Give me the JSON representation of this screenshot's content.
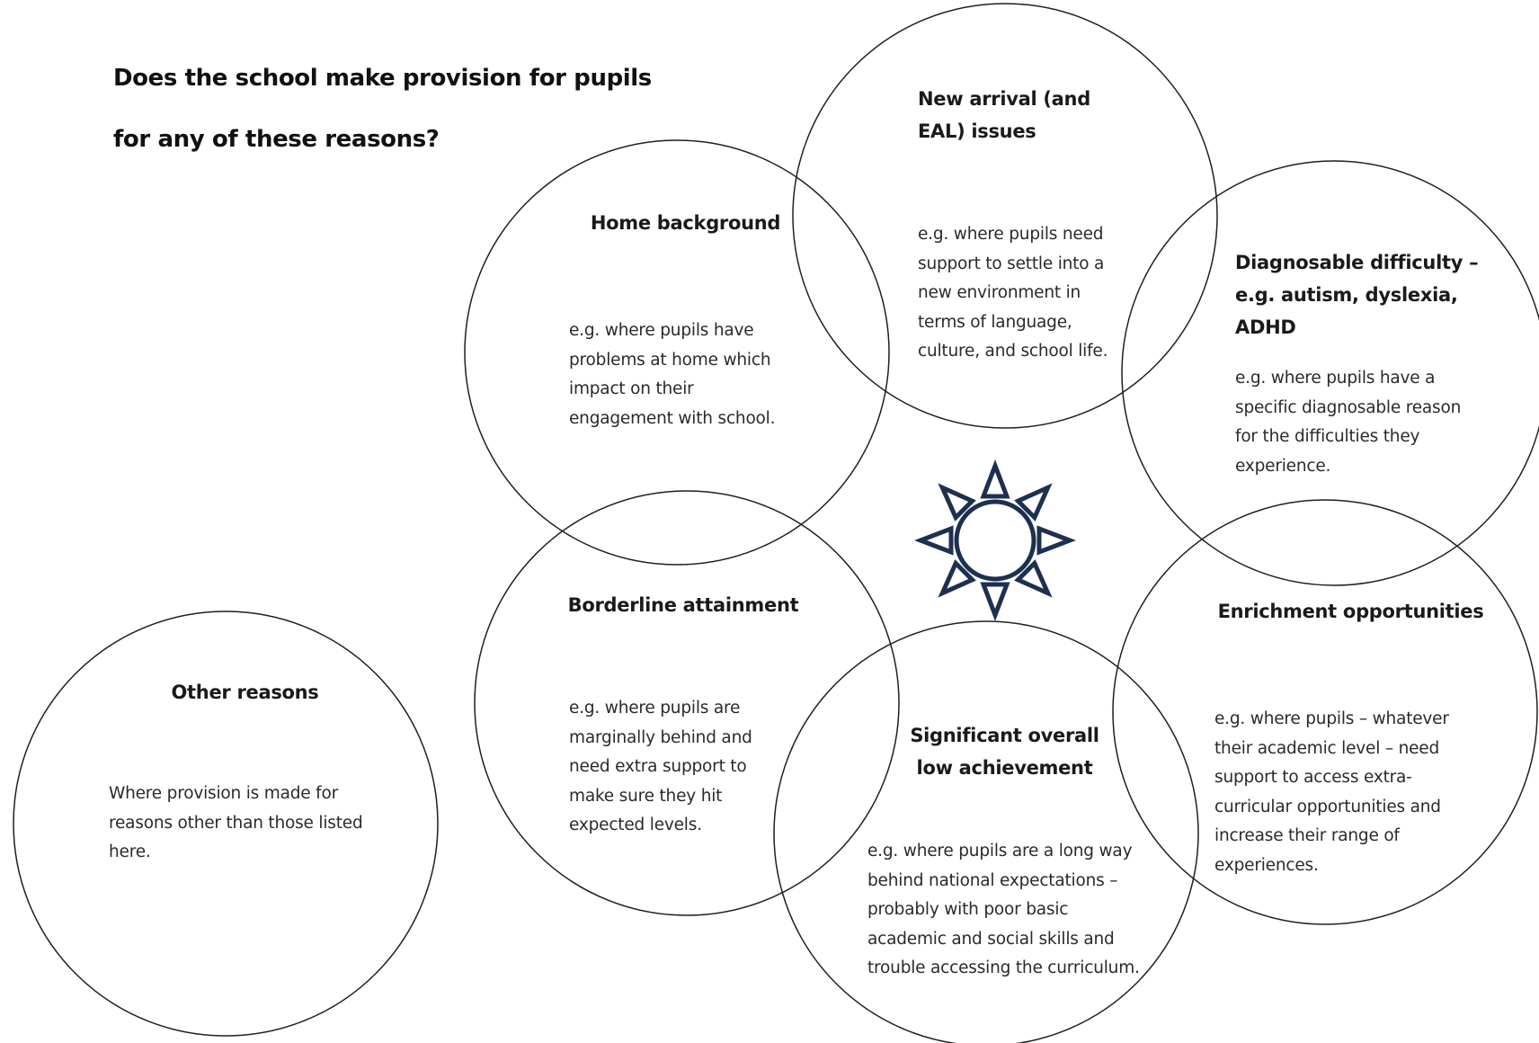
{
  "heading": {
    "line1": "Does the school make provision for pupils",
    "line2": "for any of these reasons?"
  },
  "circles": {
    "new_arrival": {
      "title": "New arrival (and EAL) issues",
      "body": "e.g. where pupils need support to settle into a new environment in terms of language, culture, and school life."
    },
    "home_background": {
      "title": "Home background",
      "body": "e.g. where pupils have problems at home which impact on their engagement with school."
    },
    "diagnosable_difficulty": {
      "title": "Diagnosable difficulty – e.g. autism, dyslexia, ADHD",
      "body": "e.g. where pupils have a specific diagnosable reason for the difficulties they experience."
    },
    "borderline_attainment": {
      "title": "Borderline attainment",
      "body": "e.g. where pupils are marginally behind and need extra support to make sure they hit expected levels."
    },
    "enrichment_opportunities": {
      "title": "Enrichment opportunities",
      "body": "e.g. where pupils – whatever their academic level – need support to access extra-curricular opportunities and increase their range of experiences."
    },
    "low_achievement": {
      "title": "Significant overall low achievement",
      "body": "e.g. where pupils are a long way behind national expectations – probably with poor basic academic and social skills and trouble accessing the curriculum."
    },
    "other_reasons": {
      "title": "Other reasons",
      "body": "Where provision is made for reasons other than those listed here."
    }
  },
  "icons": {
    "center": "sun-icon"
  },
  "colors": {
    "outline": "#1f1f1f",
    "sun": "#1e3050"
  }
}
